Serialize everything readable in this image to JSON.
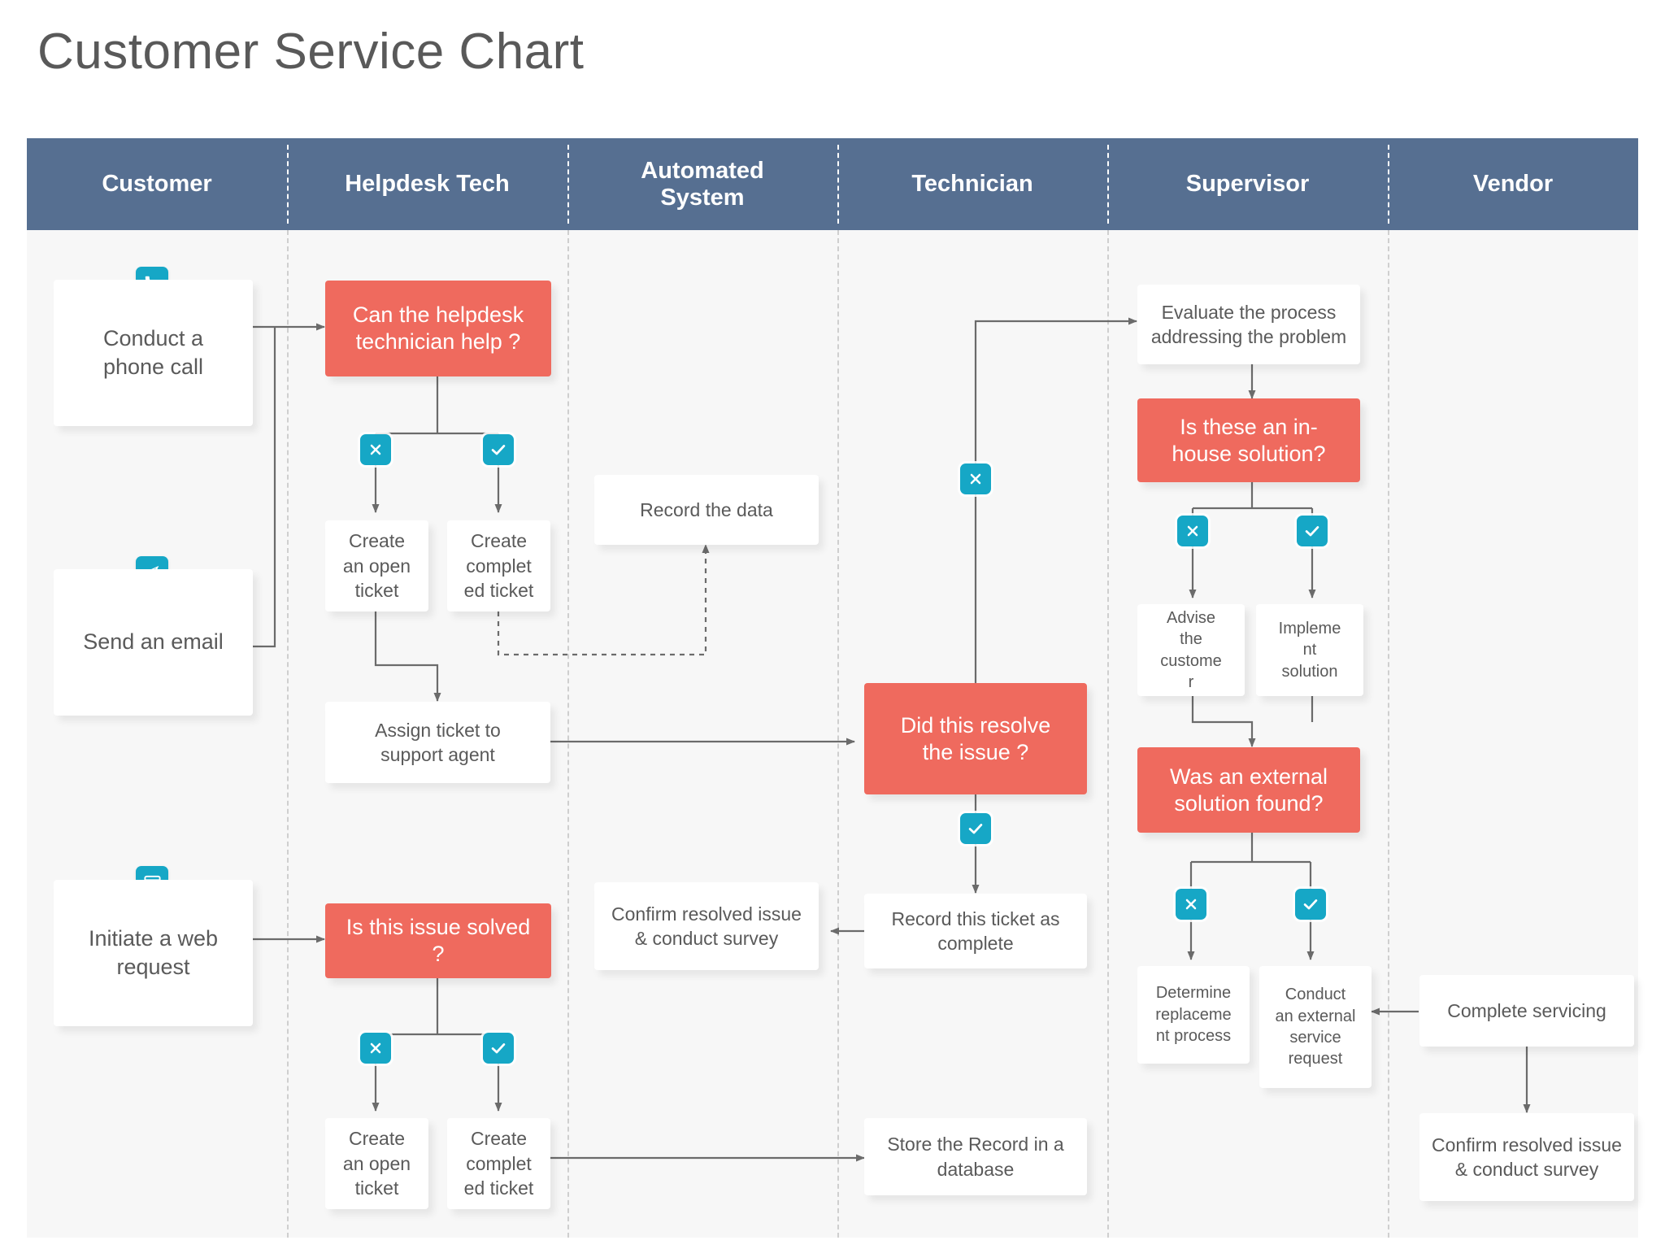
{
  "title": "Customer Service Chart",
  "theme": {
    "lane_header_bg": "#566f91",
    "decision_bg": "#ef6a5e",
    "badge_bg": "#16a7c6",
    "process_bg": "#ffffff",
    "canvas_bg": "#f7f7f7",
    "connector": "#6b6b6b",
    "text": "#5a5a5a"
  },
  "lanes": [
    {
      "label": "Customer"
    },
    {
      "label": "Helpdesk Tech"
    },
    {
      "label": "Automated\nSystem"
    },
    {
      "label": "Technician"
    },
    {
      "label": "Supervisor"
    },
    {
      "label": "Vendor"
    }
  ],
  "nodes": {
    "conduct_phone_call": "Conduct a\nphone call",
    "send_an_email": "Send an email",
    "initiate_web_request": "Initiate a web\nrequest",
    "can_helpdesk_help": "Can the helpdesk\ntechnician help ?",
    "create_open_ticket_1": "Create\nan open\nticket",
    "create_completed_ticket_1": "Create\ncomplet\ned ticket",
    "assign_ticket": "Assign ticket to\nsupport agent",
    "record_the_data": "Record the data",
    "is_issue_solved": "Is this issue solved\n?",
    "create_open_ticket_2": "Create\nan open\nticket",
    "create_completed_ticket_2": "Create\ncomplet\ned ticket",
    "confirm_resolved_auto": "Confirm resolved issue\n& conduct survey",
    "store_record_db": "Store the Record in a\ndatabase",
    "did_this_resolve": "Did this resolve\nthe issue ?",
    "record_ticket_complete": "Record this ticket as\ncomplete",
    "evaluate_process": "Evaluate the process\naddressing the problem",
    "is_inhouse_solution": "Is these an in-\nhouse solution?",
    "advise_the_customer": "Advise\nthe\ncustome\nr",
    "implement_solution": "Impleme\nnt\nsolution",
    "was_external_solution": "Was an external\nsolution found?",
    "determine_replacement": "Determine\nreplaceme\nnt process",
    "conduct_external_request": "Conduct\nan external\nservice\nrequest",
    "complete_servicing": "Complete servicing",
    "confirm_resolved_vendor": "Confirm resolved issue\n& conduct survey"
  },
  "badges": {
    "no": "x-mark",
    "yes": "check-mark"
  },
  "source_icons": {
    "phone": "phone-icon",
    "email": "paper-plane-icon",
    "web": "browser-code-icon"
  },
  "edge_labels": {
    "helpdesk_no": "x-mark",
    "helpdesk_yes": "check-mark",
    "solved_no": "x-mark",
    "solved_yes": "check-mark",
    "resolve_no": "x-mark",
    "resolve_yes": "check-mark",
    "inhouse_no": "x-mark",
    "inhouse_yes": "check-mark",
    "external_no": "x-mark",
    "external_yes": "check-mark"
  }
}
